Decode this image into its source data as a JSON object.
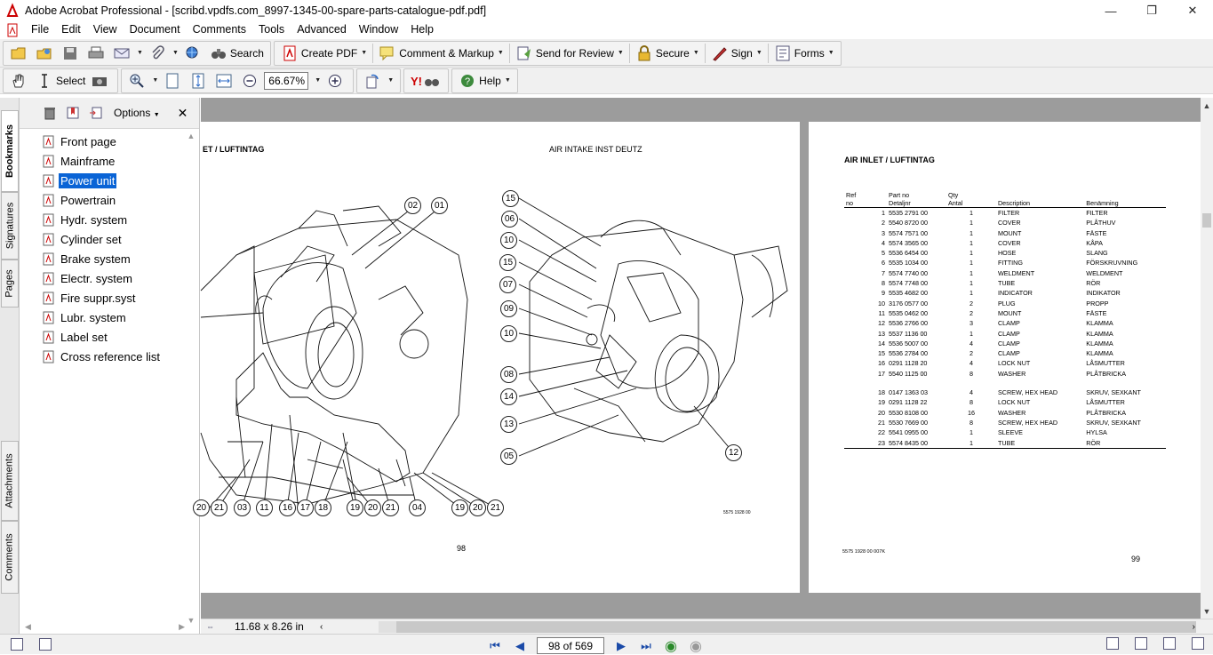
{
  "window": {
    "title": "Adobe Acrobat Professional - [scribd.vpdfs.com_8997-1345-00-spare-parts-catalogue-pdf.pdf]",
    "minimize": "—",
    "restore": "❐",
    "close": "✕"
  },
  "menu": [
    "File",
    "Edit",
    "View",
    "Document",
    "Comments",
    "Tools",
    "Advanced",
    "Window",
    "Help"
  ],
  "toolbar1": {
    "search": "Search",
    "create_pdf": "Create PDF",
    "comment_markup": "Comment & Markup",
    "send_review": "Send for Review",
    "secure": "Secure",
    "sign": "Sign",
    "forms": "Forms"
  },
  "toolbar2": {
    "select": "Select",
    "zoom": "66.67%",
    "help": "Help"
  },
  "side_tabs": [
    "Bookmarks",
    "Signatures",
    "Pages",
    "Attachments",
    "Comments"
  ],
  "bookmarks_panel": {
    "options": "Options",
    "items": [
      "Front page",
      "Mainframe",
      "Power unit",
      "Powertrain",
      "Hydr. system",
      "Cylinder set",
      "Brake system",
      "Electr. system",
      "Fire suppr.syst",
      "Lubr. system",
      "Label set",
      "Cross reference list"
    ],
    "selected_index": 2
  },
  "page_left": {
    "heading_left": "ET / LUFTINTAG",
    "heading_center": "AIR INTAKE INST DEUTZ",
    "figure_no": "5575 1928 00",
    "page_number": "98",
    "callouts": [
      "02",
      "01",
      "15",
      "06",
      "10",
      "15",
      "07",
      "09",
      "10",
      "08",
      "14",
      "13",
      "05",
      "12",
      "20",
      "21",
      "03",
      "11",
      "16",
      "17",
      "18",
      "19",
      "20",
      "21",
      "04",
      "19",
      "20",
      "21"
    ]
  },
  "page_right": {
    "heading": "AIR INLET / LUFTINTAG",
    "columns": {
      "ref": "Ref",
      "ref2": "no",
      "part": "Part no",
      "part2": "Detaljnr",
      "qty": "Qty",
      "qty2": "Antal",
      "desc": "Description",
      "name": "Benämning"
    },
    "rows_a": [
      [
        "1",
        "5535 2791 00",
        "1",
        "FILTER",
        "FILTER"
      ],
      [
        "2",
        "5540 8720 00",
        "1",
        "COVER",
        "PLÅTHUV"
      ],
      [
        "3",
        "5574 7571 00",
        "1",
        "MOUNT",
        "FÄSTE"
      ],
      [
        "4",
        "5574 3565 00",
        "1",
        "COVER",
        "KÅPA"
      ],
      [
        "5",
        "5536 6454 00",
        "1",
        "HOSE",
        "SLANG"
      ],
      [
        "6",
        "5535 1034 00",
        "1",
        "FITTING",
        "FÖRSKRUVNING"
      ],
      [
        "7",
        "5574 7740 00",
        "1",
        "WELDMENT",
        "WELDMENT"
      ],
      [
        "8",
        "5574 7748 00",
        "1",
        "TUBE",
        "RÖR"
      ],
      [
        "9",
        "5535 4682 00",
        "1",
        "INDICATOR",
        "INDIKATOR"
      ],
      [
        "10",
        "3176 0577 00",
        "2",
        "PLUG",
        "PROPP"
      ],
      [
        "11",
        "5535 0462 00",
        "2",
        "MOUNT",
        "FÄSTE"
      ],
      [
        "12",
        "5536 2766 00",
        "3",
        "CLAMP",
        "KLAMMA"
      ],
      [
        "13",
        "5537 1136 00",
        "1",
        "CLAMP",
        "KLAMMA"
      ],
      [
        "14",
        "5536 5007 00",
        "4",
        "CLAMP",
        "KLAMMA"
      ],
      [
        "15",
        "5536 2784 00",
        "2",
        "CLAMP",
        "KLAMMA"
      ],
      [
        "16",
        "0291 1128 20",
        "4",
        "LOCK NUT",
        "LÅSMUTTER"
      ],
      [
        "17",
        "5540 1125 00",
        "8",
        "WASHER",
        "PLÅTBRICKA"
      ]
    ],
    "rows_b": [
      [
        "18",
        "0147 1363 03",
        "4",
        "SCREW, HEX HEAD",
        "SKRUV, SEXKANT"
      ],
      [
        "19",
        "0291 1128 22",
        "8",
        "LOCK NUT",
        "LÅSMUTTER"
      ],
      [
        "20",
        "5530 8108 00",
        "16",
        "WASHER",
        "PLÅTBRICKA"
      ],
      [
        "21",
        "5530 7669 00",
        "8",
        "SCREW, HEX HEAD",
        "SKRUV, SEXKANT"
      ],
      [
        "22",
        "5541 0955 00",
        "1",
        "SLEEVE",
        "HYLSA"
      ],
      [
        "23",
        "5574 8435 00",
        "1",
        "TUBE",
        "RÖR"
      ]
    ],
    "footer_code": "5575 1928 00   007K",
    "page_number": "99"
  },
  "hbar": {
    "size": "11.68 x 8.26 in"
  },
  "status": {
    "page_box": "98 of 569"
  }
}
